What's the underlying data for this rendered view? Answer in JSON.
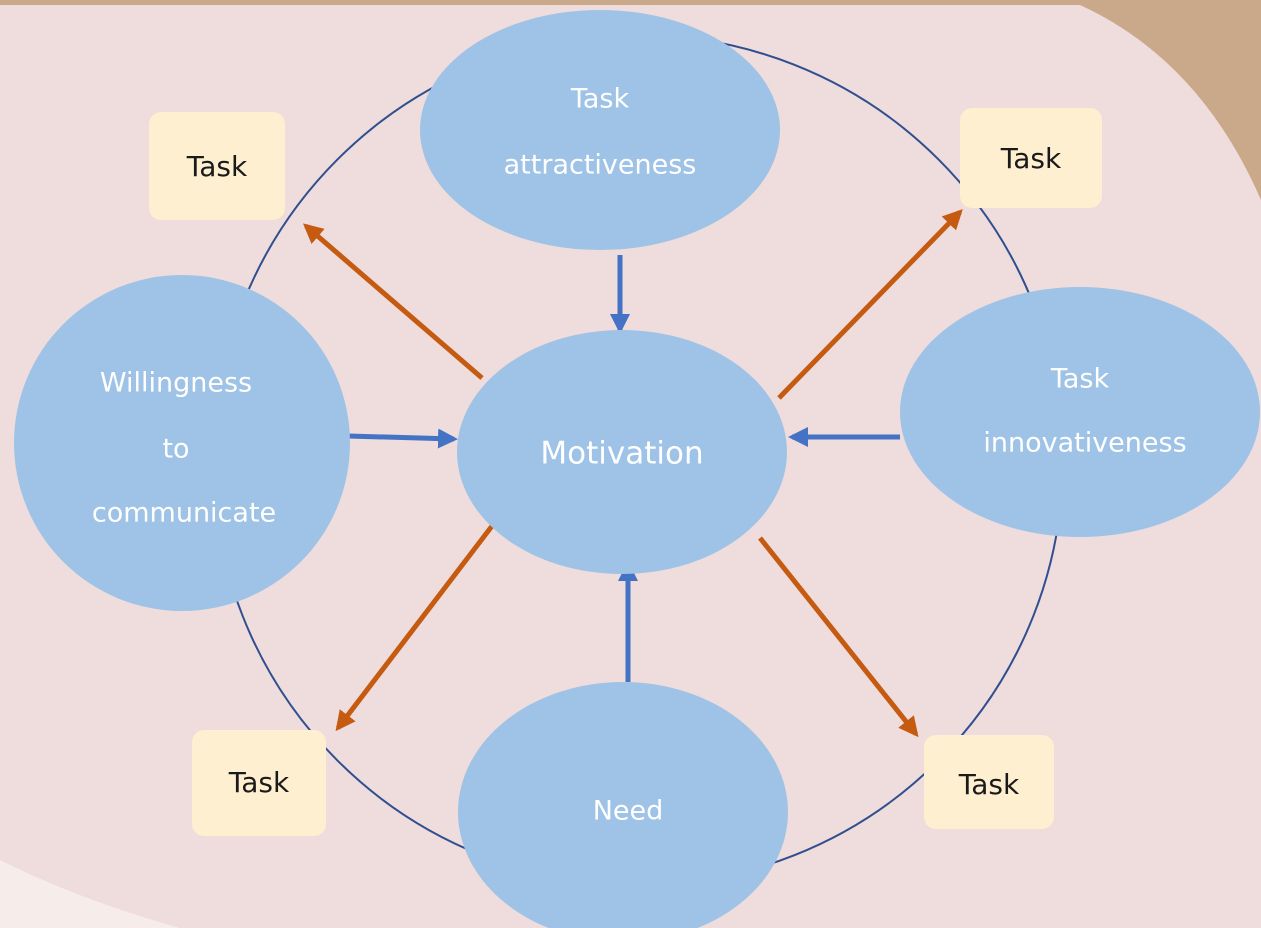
{
  "nodes": {
    "top": [
      "Task",
      "attractiveness"
    ],
    "left": [
      "Willingness",
      "to",
      "communicate"
    ],
    "right": [
      "Task",
      "innovativeness"
    ],
    "bottom": [
      "Need"
    ],
    "center": [
      "Motivation"
    ]
  },
  "tasks": {
    "top_left": "Task",
    "top_right": "Task",
    "bottom_left": "Task",
    "bottom_right": "Task"
  },
  "colors": {
    "page_background": "#efdcdc",
    "outer_background": "#c9a98a",
    "ellipse_fill": "#9fc3e6",
    "task_box_fill": "#fdefcf",
    "circle_stroke": "#2f4f8f",
    "inward_arrow": "#4472c4",
    "outward_arrow": "#c55a11"
  }
}
